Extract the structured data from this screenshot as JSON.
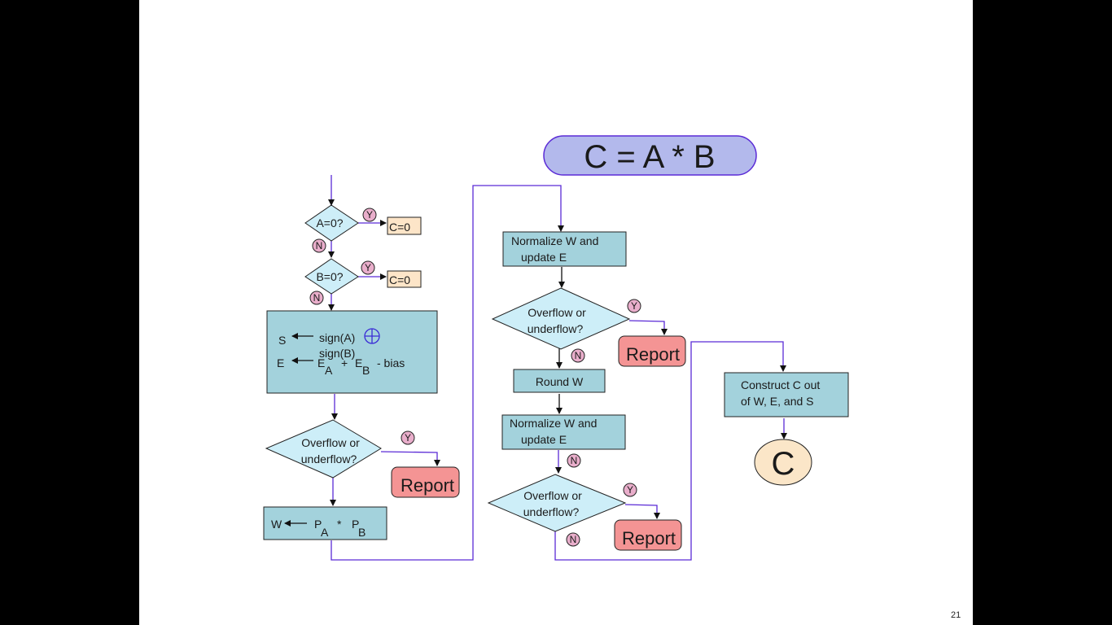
{
  "title": "C = A * B",
  "page_number": "21",
  "colors": {
    "process_fill": "#a3d2dc",
    "decision_fill": "#cdeef8",
    "report_fill": "#f49494",
    "title_fill": "#b3b9ec",
    "result_fill": "#fbe6c8",
    "c_zero_fill": "#fde5c8",
    "badge_fill": "#e9aecb",
    "connector": "#5b2bd6"
  },
  "left_column": {
    "decision_a": "A=0?",
    "decision_b": "B=0?",
    "c_zero_1": "C=0",
    "c_zero_2": "C=0",
    "sign_s": "S",
    "sign_expr_1": "sign(A)",
    "sign_expr_2": "sign(B)",
    "exp_e": "E",
    "exp_ea": "E",
    "exp_sub_a": "A",
    "exp_plus": "+",
    "exp_eb": "E",
    "exp_sub_b": "B",
    "exp_bias": "- bias",
    "overflow_1_line1": "Overflow or",
    "overflow_1_line2": "underflow?",
    "report_1": "Report",
    "w_label": "W",
    "pa": "P",
    "pa_sub": "A",
    "times": "*",
    "pb": "P",
    "pb_sub": "B"
  },
  "middle_column": {
    "normalize_1_line1": "Normalize W and",
    "normalize_1_line2": "update E",
    "overflow_2_line1": "Overflow or",
    "overflow_2_line2": "underflow?",
    "report_2": "Report",
    "round": "Round W",
    "normalize_2_line1": "Normalize W and",
    "normalize_2_line2": "update E",
    "overflow_3_line1": "Overflow or",
    "overflow_3_line2": "underflow?",
    "report_3": "Report"
  },
  "right_column": {
    "construct_line1": "Construct C out",
    "construct_line2": "of W, E, and S",
    "result": "C"
  },
  "badges": {
    "yes": "Y",
    "no": "N"
  }
}
